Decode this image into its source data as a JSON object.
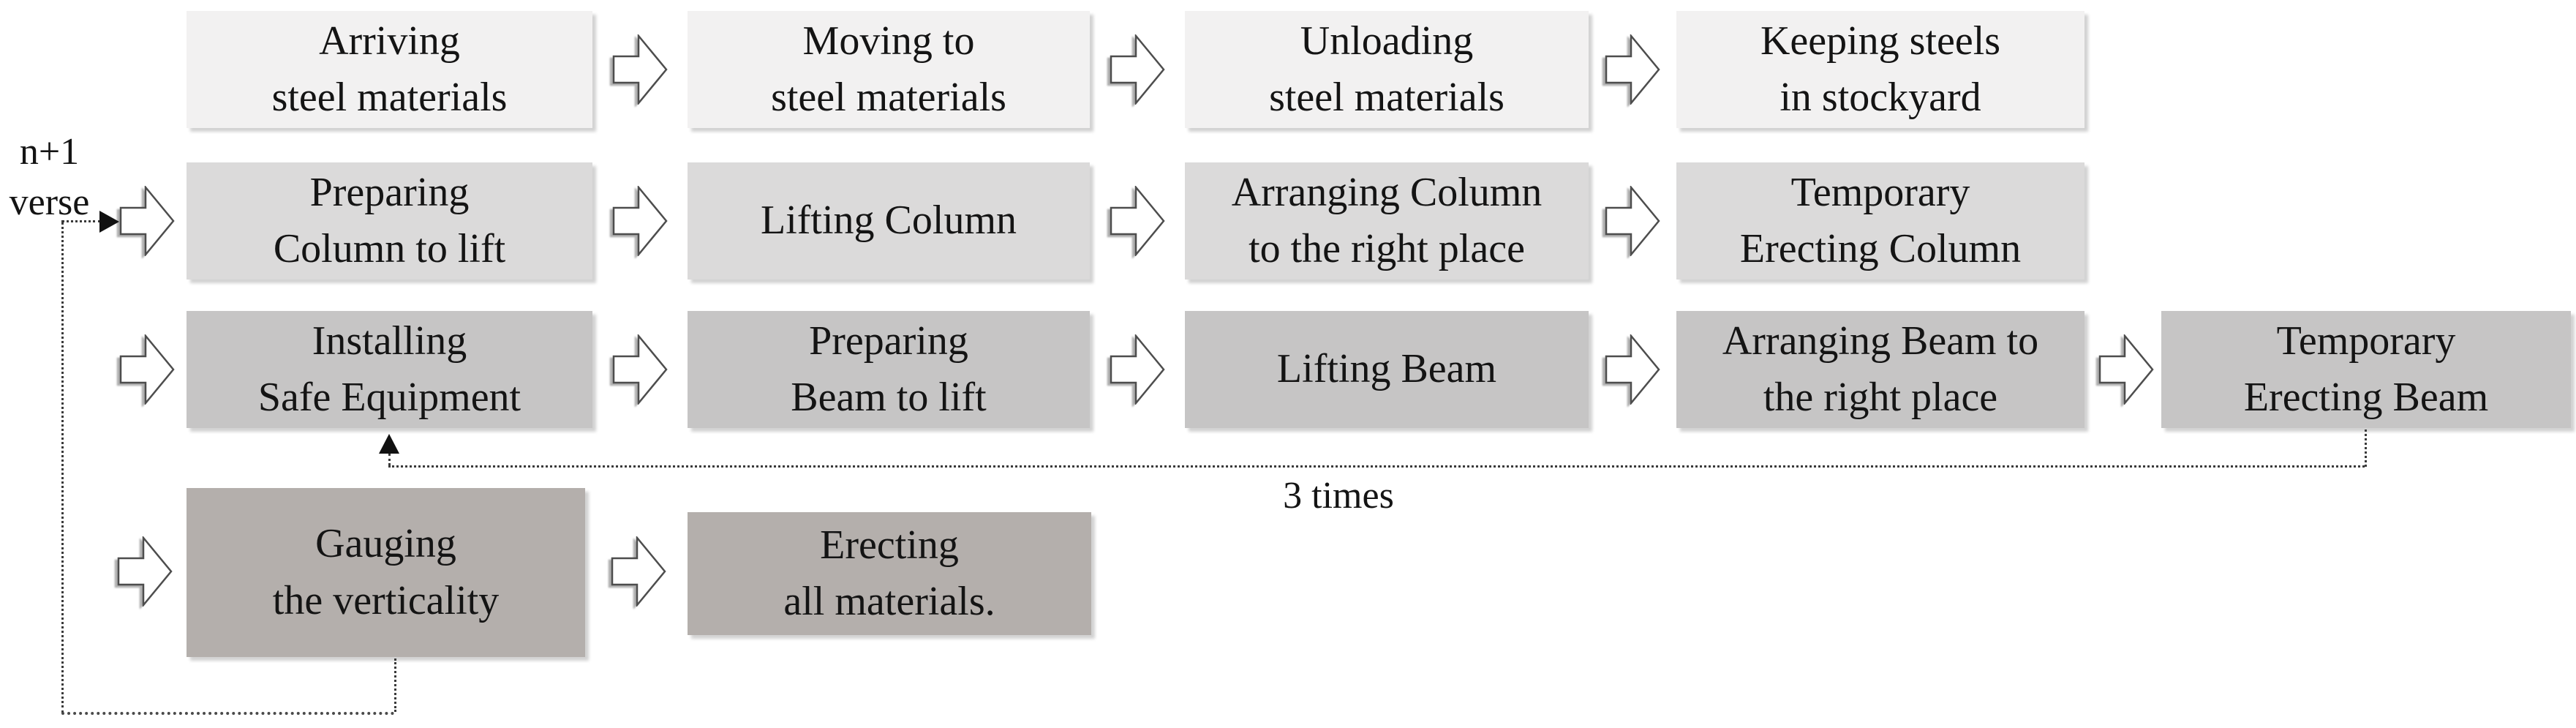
{
  "colors": {
    "background": "#ffffff",
    "row1_fill": "#f2f1f1",
    "row2_fill": "#dbdada",
    "row3_fill": "#c6c5c5",
    "row4_fill": "#b4afac",
    "arrow_fill": "#ffffff",
    "arrow_outline": "#4d4d4d",
    "connector_color": "#3a3a3a",
    "text_color": "#141414"
  },
  "annotations": {
    "iteration_label": "n+1\nverse",
    "repeat_label": "3 times"
  },
  "rows": [
    {
      "name": "steel-materials-delivery",
      "boxes": [
        {
          "label": "Arriving\nsteel materials"
        },
        {
          "label": "Moving to\nsteel materials"
        },
        {
          "label": "Unloading\nsteel materials"
        },
        {
          "label": "Keeping steels\nin stockyard"
        }
      ]
    },
    {
      "name": "column-erection",
      "boxes": [
        {
          "label": "Preparing\nColumn to lift"
        },
        {
          "label": "Lifting Column"
        },
        {
          "label": "Arranging Column\nto the right place"
        },
        {
          "label": "Temporary\nErecting Column"
        }
      ]
    },
    {
      "name": "beam-erection",
      "boxes": [
        {
          "label": "Installing\nSafe Equipment"
        },
        {
          "label": "Preparing\nBeam to lift"
        },
        {
          "label": "Lifting Beam"
        },
        {
          "label": "Arranging Beam to\nthe right place"
        },
        {
          "label": "Temporary\nErecting Beam"
        }
      ]
    },
    {
      "name": "finishing",
      "boxes": [
        {
          "label": "Gauging\nthe verticality"
        },
        {
          "label": "Erecting\nall materials."
        }
      ]
    }
  ]
}
